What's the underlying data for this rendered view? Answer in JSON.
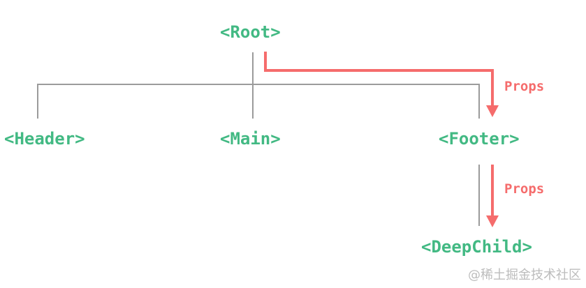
{
  "nodes": {
    "root": {
      "label": "<Root>"
    },
    "header": {
      "label": "<Header>"
    },
    "main": {
      "label": "<Main>"
    },
    "footer": {
      "label": "<Footer>"
    },
    "deep_child": {
      "label": "<DeepChild>"
    }
  },
  "arrows": {
    "root_to_footer": {
      "label": "Props"
    },
    "footer_to_deep_child": {
      "label": "Props"
    }
  },
  "watermark": {
    "text": "@稀土掘金技术社区"
  },
  "colors": {
    "node_text": "#42b983",
    "props_arrow": "#f56c6c",
    "tree_line": "#9b9b9b",
    "watermark_text": "#bcbcbc"
  }
}
